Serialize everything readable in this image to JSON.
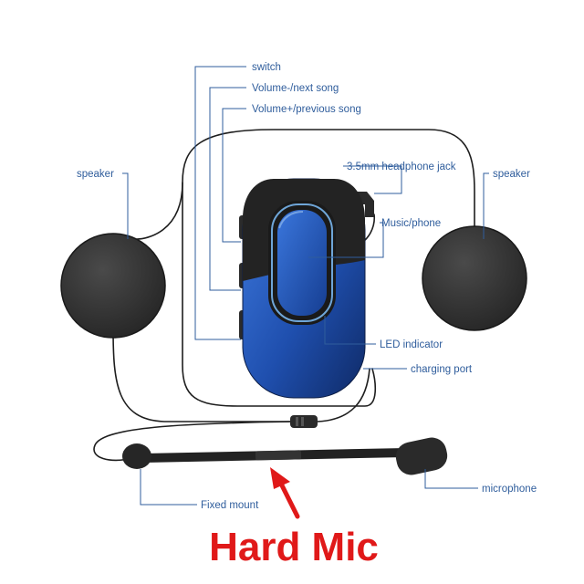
{
  "colors": {
    "label": "#2f5d9c",
    "leader": "#2f5d9c",
    "cable": "#1e1e1e",
    "speaker": "#2e2e2e",
    "device_body": "#1f4fae",
    "device_frame": "#232323",
    "accent_line": "#6fa6d8",
    "headline": "#e01919"
  },
  "labels": {
    "switch": "switch",
    "volume_down": "Volume-/next song",
    "volume_up": "Volume+/previous song",
    "headphone_jack": "3.5mm headphone jack",
    "music_phone": "Music/phone",
    "led": "LED indicator",
    "charging": "charging port",
    "speaker_left": "speaker",
    "speaker_right": "speaker",
    "microphone": "microphone",
    "fixed_mount": "Fixed mount"
  },
  "headline": "Hard Mic",
  "icons": [
    "arrow-up-icon"
  ]
}
